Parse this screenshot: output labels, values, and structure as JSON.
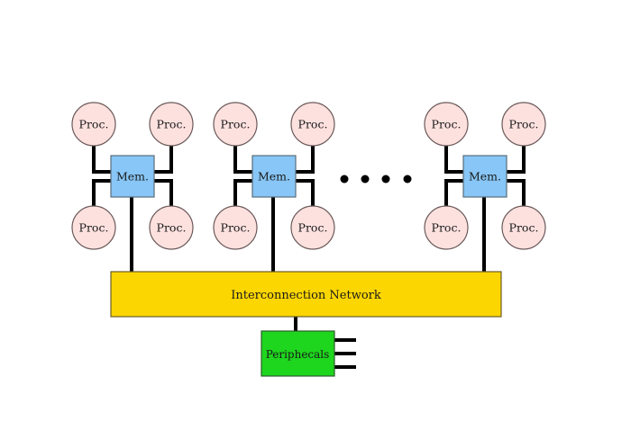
{
  "diagram": {
    "colors": {
      "processor_fill": "#fde1df",
      "processor_stroke": "#6b5a5a",
      "memory_fill": "#87c6f6",
      "memory_stroke": "#5a6d7a",
      "network_fill": "#fcd600",
      "network_stroke": "#6b5e2a",
      "peripherals_fill": "#1ed61e",
      "peripherals_stroke": "#2d5a2d",
      "wire": "#000000"
    },
    "nodes": [
      {
        "id": "node-1",
        "memory_label": "Mem.",
        "processors": [
          {
            "position": "top-left",
            "label": "Proc."
          },
          {
            "position": "top-right",
            "label": "Proc."
          },
          {
            "position": "bottom-left",
            "label": "Proc."
          },
          {
            "position": "bottom-right",
            "label": "Proc."
          }
        ]
      },
      {
        "id": "node-2",
        "memory_label": "Mem.",
        "processors": [
          {
            "position": "top-left",
            "label": "Proc."
          },
          {
            "position": "top-right",
            "label": "Proc."
          },
          {
            "position": "bottom-left",
            "label": "Proc."
          },
          {
            "position": "bottom-right",
            "label": "Proc."
          }
        ]
      },
      {
        "id": "node-n",
        "memory_label": "Mem.",
        "processors": [
          {
            "position": "top-left",
            "label": "Proc."
          },
          {
            "position": "top-right",
            "label": "Proc."
          },
          {
            "position": "bottom-left",
            "label": "Proc."
          },
          {
            "position": "bottom-right",
            "label": "Proc."
          }
        ]
      }
    ],
    "ellipsis_dot_count": 4,
    "network": {
      "label": "Interconnection Network"
    },
    "peripherals": {
      "label": "Periphecals",
      "output_line_count": 3
    }
  }
}
